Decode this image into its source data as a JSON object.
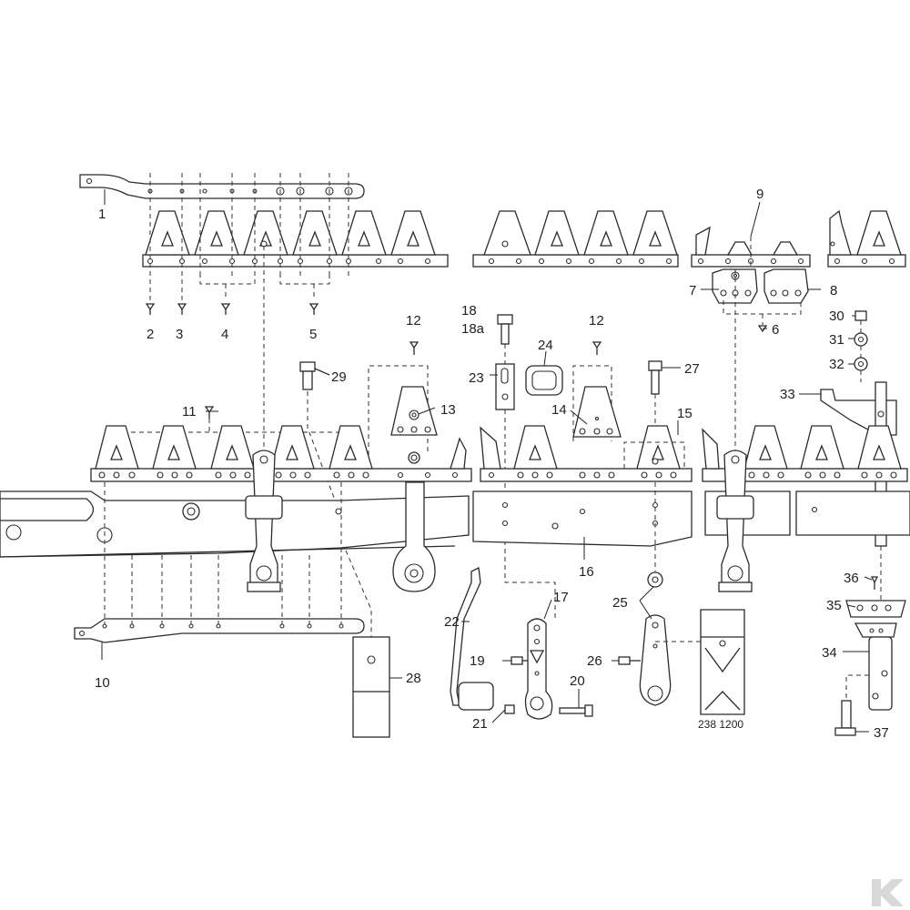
{
  "callouts": {
    "c1": "1",
    "c2": "2",
    "c3": "3",
    "c4": "4",
    "c5": "5",
    "c6": "6",
    "c7": "7",
    "c8": "8",
    "c9": "9",
    "c10": "10",
    "c11": "11",
    "c12a": "12",
    "c12b": "12",
    "c13": "13",
    "c14": "14",
    "c15": "15",
    "c16": "16",
    "c17": "17",
    "c18": "18",
    "c18a": "18a",
    "c19": "19",
    "c20": "20",
    "c21": "21",
    "c22": "22",
    "c23": "23",
    "c24": "24",
    "c25": "25",
    "c26": "26",
    "c27": "27",
    "c28": "28",
    "c29": "29",
    "c30": "30",
    "c31": "31",
    "c32": "32",
    "c33": "33",
    "c34": "34",
    "c35": "35",
    "c36": "36",
    "c37": "37"
  },
  "part_number": "238 1200",
  "logo_mark": "K",
  "colors": {
    "line": "#2b2b2b",
    "background": "#ffffff",
    "logo": "#d8d8d8"
  }
}
